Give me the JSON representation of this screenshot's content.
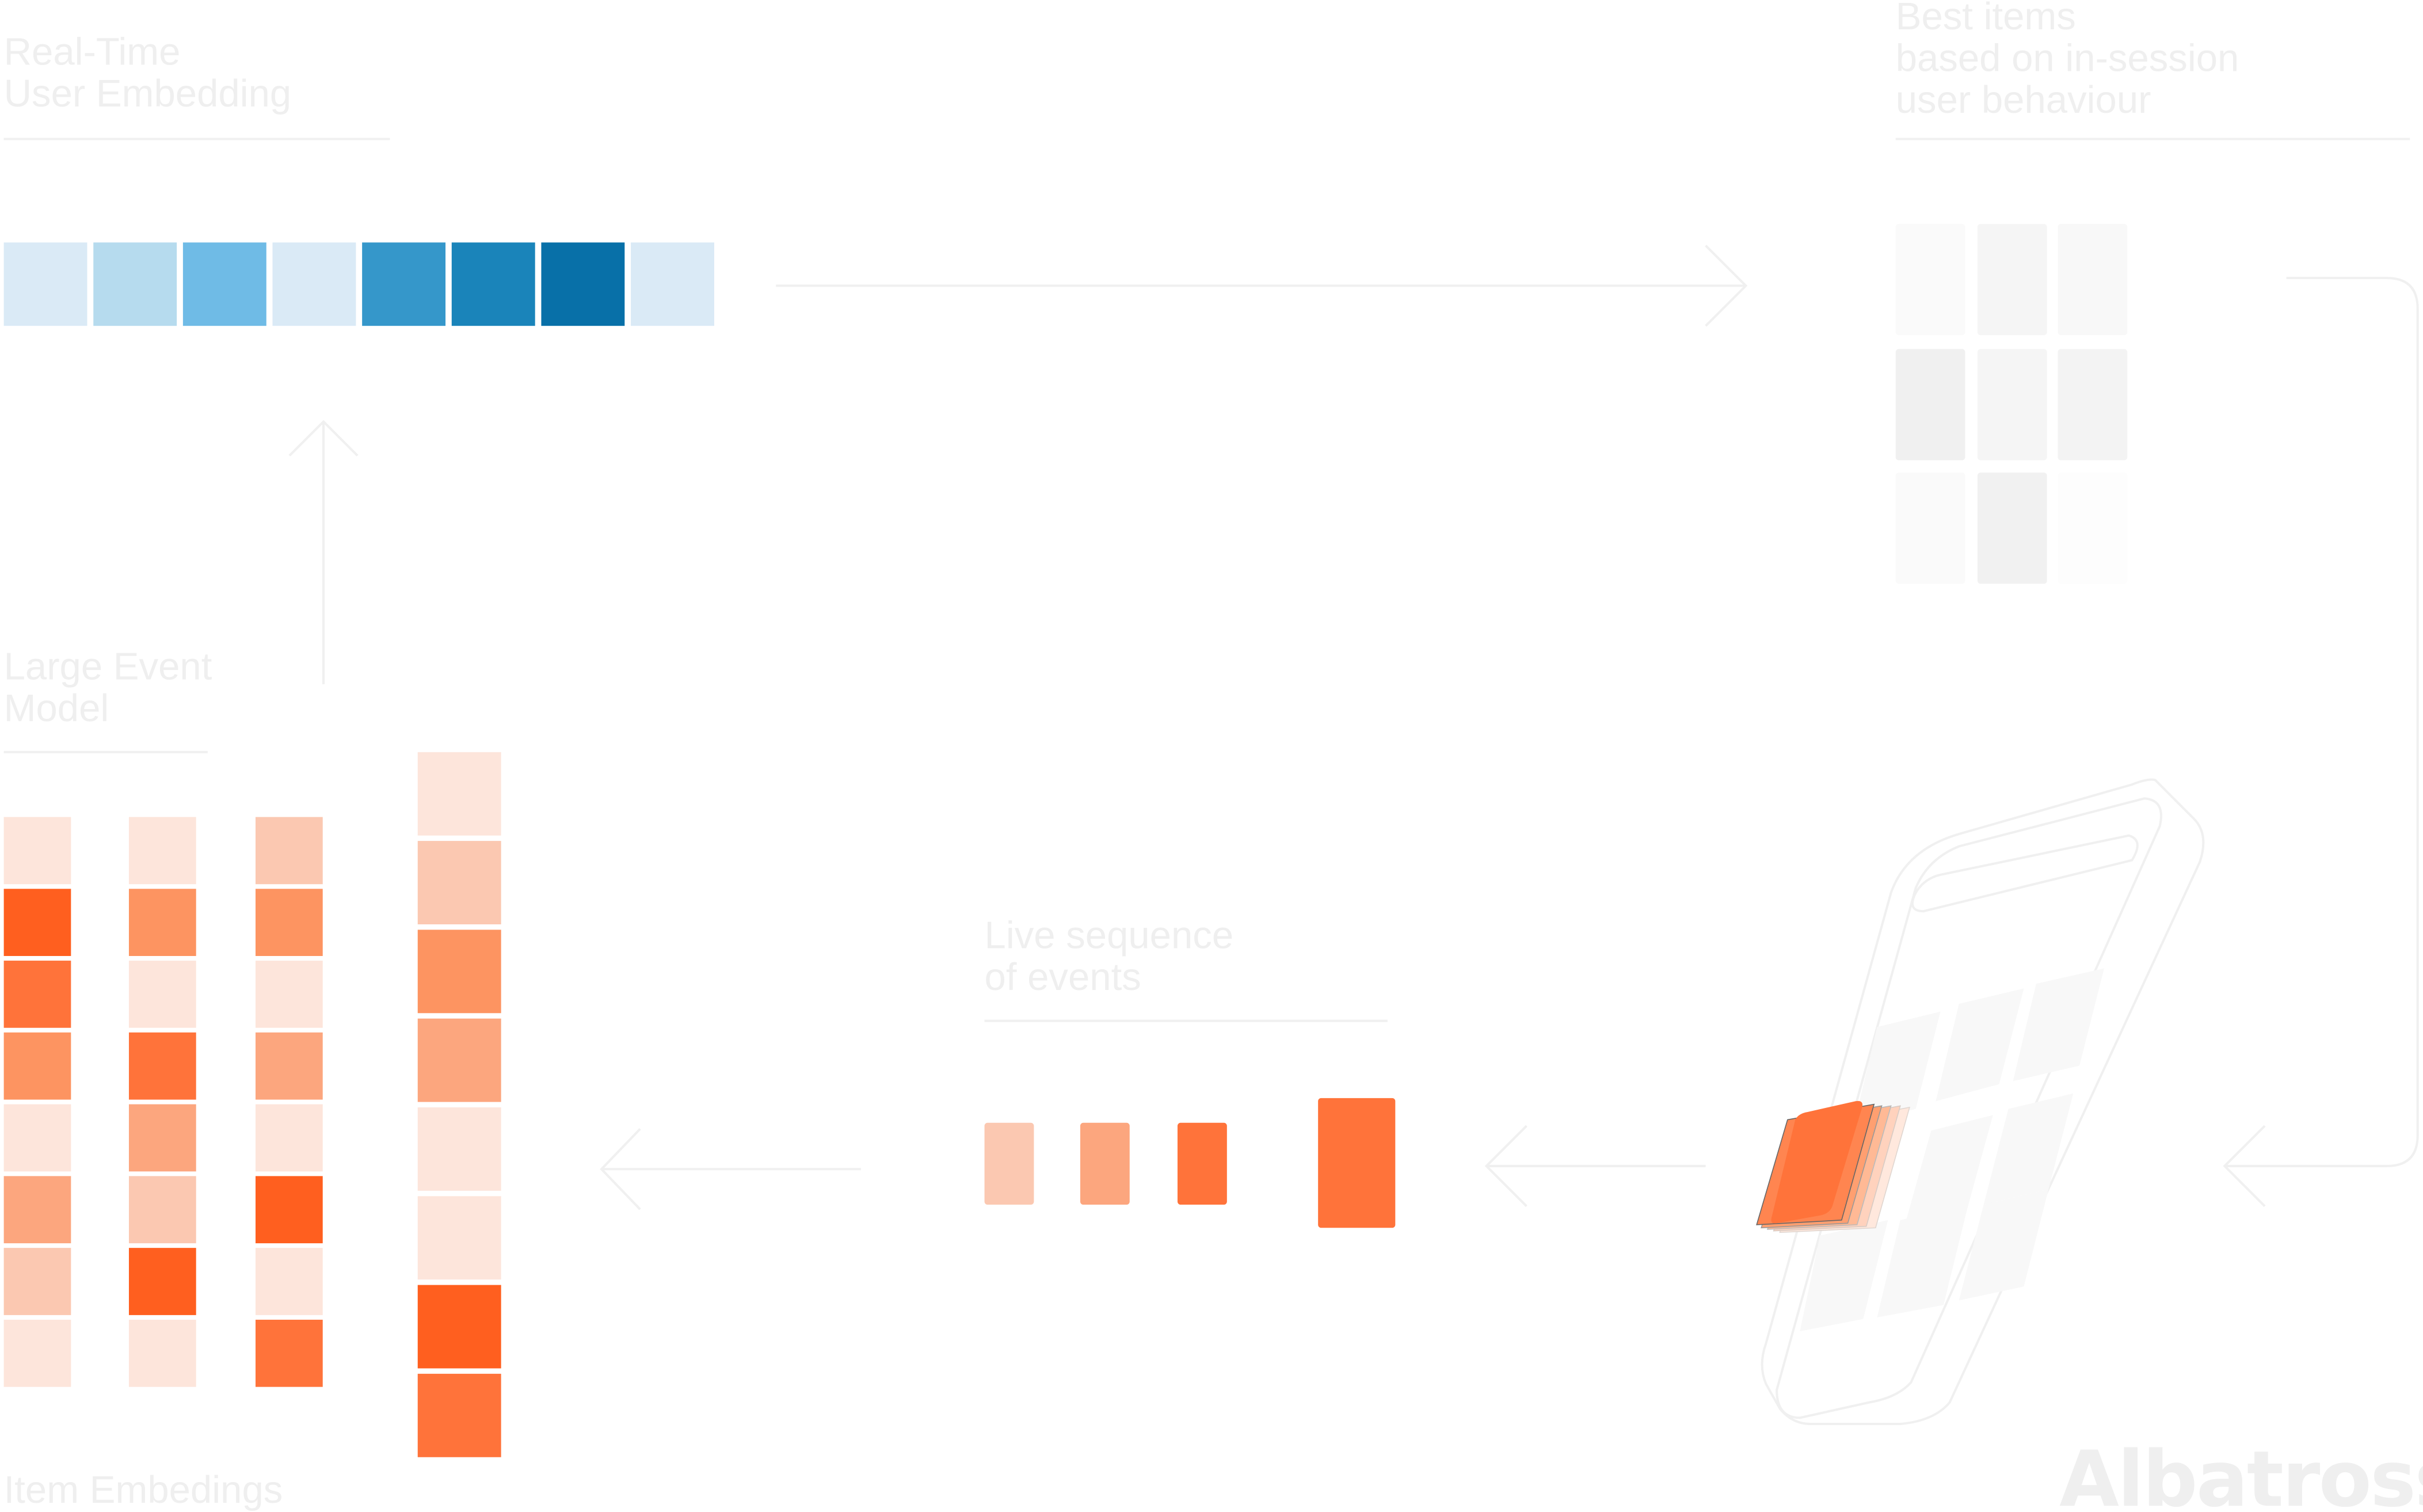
{
  "labels": {
    "user_embedding": [
      "Real-Time",
      "User Embedding"
    ],
    "best_items": [
      "Best items",
      "based on in-session",
      "user behaviour"
    ],
    "large_event_model": [
      "Large Event",
      "Model"
    ],
    "live_sequence": [
      "Live sequence",
      "of events"
    ],
    "item_embeddings": "Item Embedings",
    "logo": "Albatross"
  },
  "colors": {
    "label_text": "#efefef",
    "lines": "#f0f0f0",
    "accent_orange": "#ff733a"
  },
  "user_embedding_cells": [
    "#daeaf6",
    "#b6dbee",
    "#6fbbe6",
    "#daeaf6",
    "#3597ca",
    "#1a84ba",
    "#0870a8",
    "#daeaf6"
  ],
  "item_embedding_columns": [
    [
      "#fde5db",
      "#ff5f1f",
      "#ff733a",
      "#fd9461",
      "#fde5db",
      "#fca67e",
      "#fbc8b1",
      "#fde5db"
    ],
    [
      "#fde5db",
      "#fd9461",
      "#fde5db",
      "#ff733a",
      "#fca67e",
      "#fbc8b1",
      "#ff5f1f",
      "#fde5db"
    ],
    [
      "#fbc8b1",
      "#fd9461",
      "#fde5db",
      "#fca67e",
      "#fde5db",
      "#ff5f1f",
      "#fde5db",
      "#ff733a"
    ],
    [
      "#fde5db",
      "#fbc8b1",
      "#fd9461",
      "#fca67e",
      "#fde5db",
      "#fde5db",
      "#ff5f1f",
      "#ff733a"
    ]
  ],
  "live_events": [
    "#fbc8b1",
    "#fca67e",
    "#ff733a",
    "#ff733a"
  ],
  "best_items_grid": [
    "#fafafa",
    "#f5f5f5",
    "#f8f8f8",
    "#f0f0f0",
    "#f5f5f5",
    "#f3f3f3",
    "#fafafa",
    "#f1f1f1",
    "#fdfdfd"
  ]
}
